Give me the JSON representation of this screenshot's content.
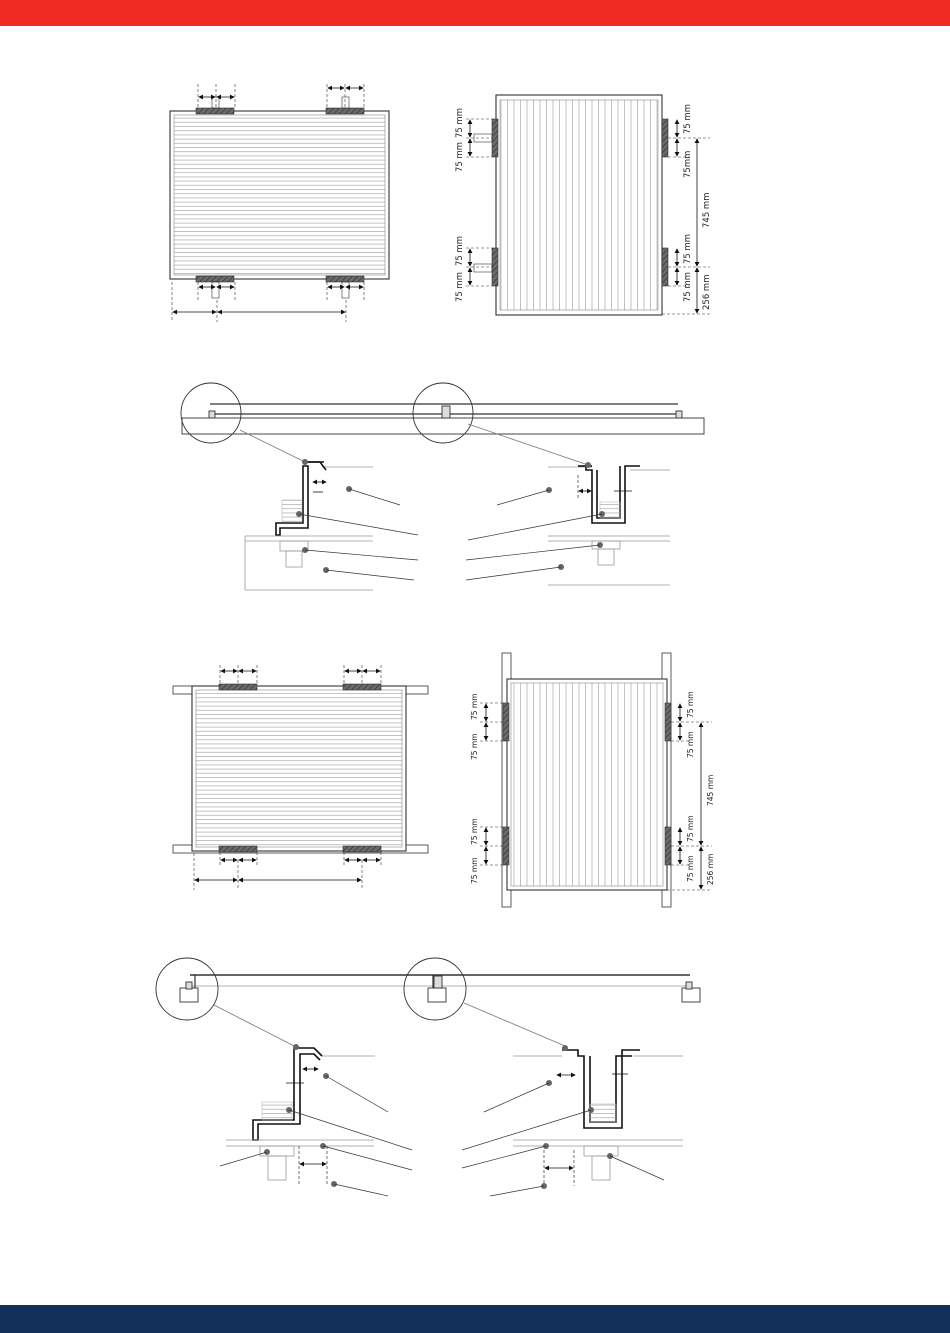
{
  "colors": {
    "header": "#ef2b24",
    "footer": "#12305a",
    "line": "#222222",
    "clamp": "#555555",
    "dot": "#666666"
  },
  "labels": {
    "mm75": "75 mm",
    "mm75b": "75mm",
    "mm745": "745 mm",
    "mm256": "256 mm"
  }
}
